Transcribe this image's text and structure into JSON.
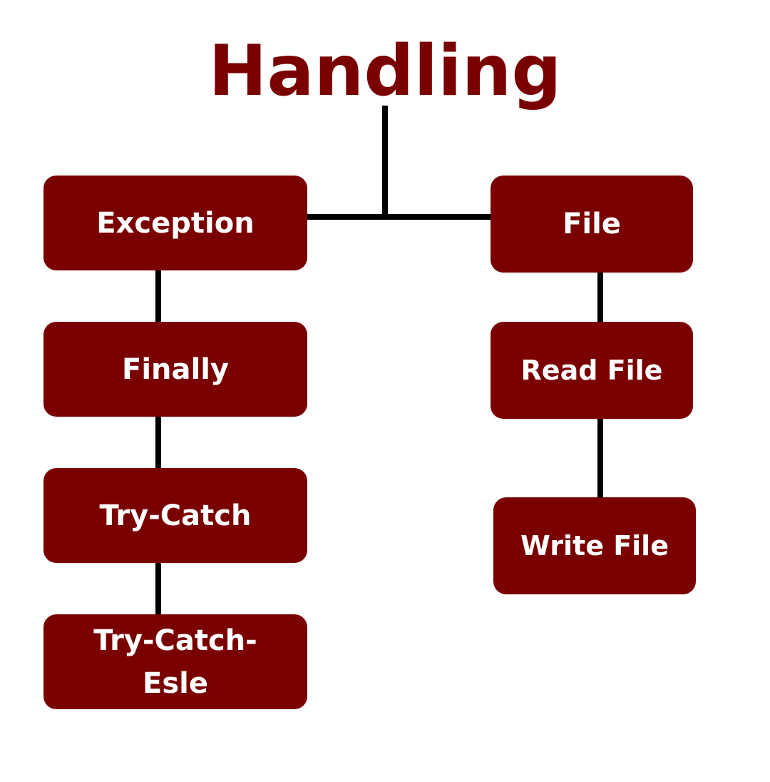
{
  "diagram": {
    "title": "Handling",
    "colors": {
      "node_fill": "#7a0000",
      "node_text": "#ffffff",
      "title_text": "#7a0000",
      "connector": "#000000"
    },
    "nodes": {
      "exception": "Exception",
      "finally": "Finally",
      "try_catch": "Try-Catch",
      "try_catch_else": "Try-Catch-Esle",
      "file": "File",
      "read_file": "Read File",
      "write_file": "Write File"
    }
  }
}
